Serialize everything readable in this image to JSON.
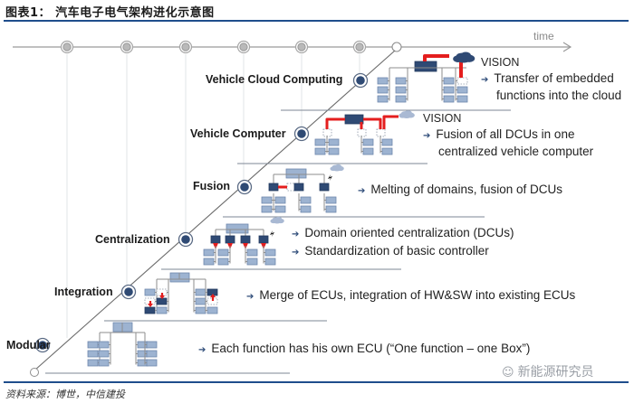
{
  "header": {
    "title": "图表1： 汽车电子电气架构进化示意图"
  },
  "footer": {
    "source": "资料来源：博世，中信建投",
    "watermark": "新能源研究员",
    "watermark_icon": "wechat-icon"
  },
  "colors": {
    "accent_rule": "#1f4e8c",
    "node_dark": "#2f4a74",
    "node_light": "#9db3d1",
    "highlight_red": "#e41e1e",
    "cloud": "#a9b9d3",
    "timeline": "#9a9a9a"
  },
  "timeline": {
    "label": "time",
    "milestones": 6,
    "future_marker": 1
  },
  "stages": [
    {
      "name": "Modular",
      "bullets": [
        "Each function has his own ECU (“One function – one Box”)"
      ],
      "vision": false
    },
    {
      "name": "Integration",
      "bullets": [
        "Merge of ECUs, integration of HW&SW into existing ECUs"
      ],
      "vision": false
    },
    {
      "name": "Centralization",
      "bullets": [
        "Domain oriented centralization (DCUs)",
        "Standardization of basic controller"
      ],
      "vision": false
    },
    {
      "name": "Fusion",
      "bullets": [
        "Melting of domains, fusion of DCUs"
      ],
      "vision": false
    },
    {
      "name": "Vehicle Computer",
      "vision_label": "VISION",
      "bullets": [
        "Fusion of all DCUs in one centralized vehicle computer"
      ],
      "bullet_lines": [
        "Fusion of all DCUs in one",
        "centralized vehicle computer"
      ],
      "vision": true
    },
    {
      "name": "Vehicle Cloud Computing",
      "vision_label": "VISION",
      "bullets": [
        "Transfer of embedded functions into the cloud"
      ],
      "bullet_lines": [
        "Transfer of embedded",
        "functions into  the cloud"
      ],
      "vision": true
    }
  ]
}
